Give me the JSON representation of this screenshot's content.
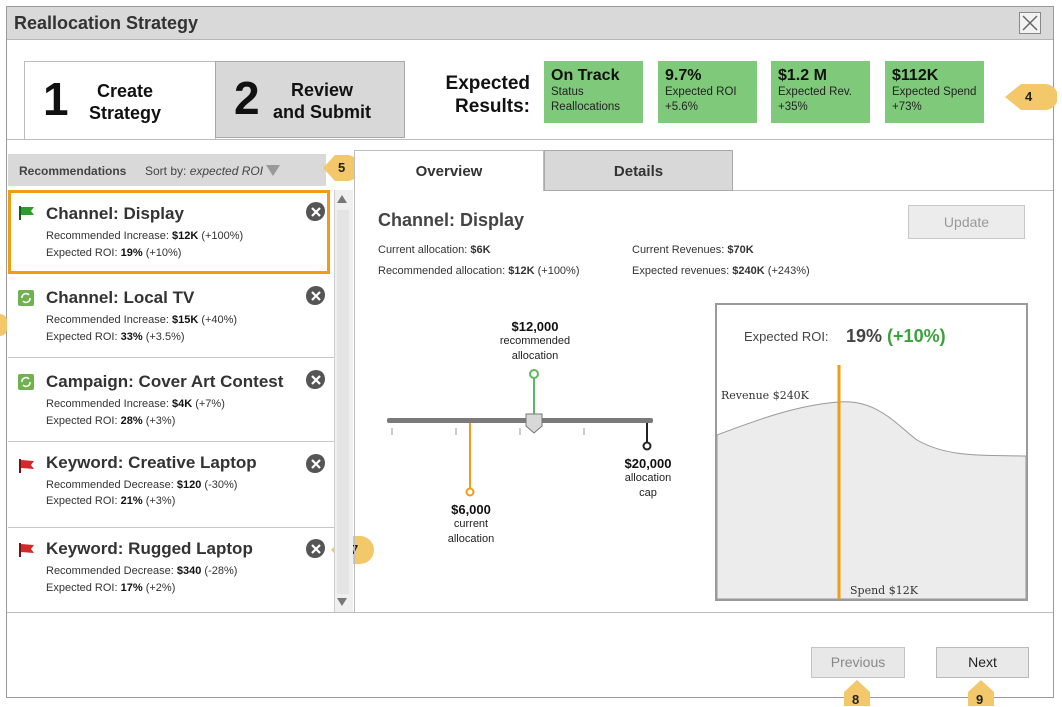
{
  "window": {
    "title": "Reallocation Strategy"
  },
  "steps": [
    {
      "number": "1",
      "label_line1": "Create",
      "label_line2": "Strategy"
    },
    {
      "number": "2",
      "label_line1": "Review",
      "label_line2": "and Submit"
    }
  ],
  "expected": {
    "label_line1": "Expected",
    "label_line2": "Results:",
    "cards": [
      {
        "value": "On Track",
        "line1": "Status",
        "line2": "Reallocations"
      },
      {
        "value": "9.7%",
        "line1": "Expected ROI",
        "line2": "+5.6%"
      },
      {
        "value": "$1.2 M",
        "line1": "Expected Rev.",
        "line2": "+35%"
      },
      {
        "value": "$112K",
        "line1": "Expected Spend",
        "line2": "+73%"
      }
    ],
    "card_color": "#7fc97a"
  },
  "callouts": [
    "4",
    "5",
    "7",
    "8",
    "9"
  ],
  "recommendations": {
    "header": "Recommendations",
    "sort_prefix": "Sort by:",
    "sort_value": "expected ROI",
    "items": [
      {
        "icon": "green-flag-icon",
        "title": "Channel: Display",
        "l1_label": "Recommended Increase:",
        "l1_value": "$12K",
        "l1_delta": "(+100%)",
        "l2_label": "Expected ROI:",
        "l2_value": "19%",
        "l2_delta": "(+10%)",
        "selected": true
      },
      {
        "icon": "recycle-icon",
        "title": "Channel: Local TV",
        "l1_label": "Recommended Increase:",
        "l1_value": "$15K",
        "l1_delta": "(+40%)",
        "l2_label": "Expected ROI:",
        "l2_value": "33%",
        "l2_delta": "(+3.5%)"
      },
      {
        "icon": "recycle-icon",
        "title": "Campaign: Cover Art Contest",
        "l1_label": "Recommended Increase:",
        "l1_value": "$4K",
        "l1_delta": "(+7%)",
        "l2_label": "Expected ROI:",
        "l2_value": "28%",
        "l2_delta": "(+3%)"
      },
      {
        "icon": "red-flag-icon",
        "title": "Keyword: Creative Laptop",
        "l1_label": "Recommended Decrease:",
        "l1_value": "$120",
        "l1_delta": "(-30%)",
        "l2_label": "Expected ROI:",
        "l2_value": "21%",
        "l2_delta": "(+3%)"
      },
      {
        "icon": "red-flag-icon",
        "title": "Keyword: Rugged Laptop",
        "l1_label": "Recommended Decrease:",
        "l1_value": "$340",
        "l1_delta": "(-28%)",
        "l2_label": "Expected ROI:",
        "l2_value": "17%",
        "l2_delta": "(+2%)"
      }
    ]
  },
  "tabs": {
    "overview": "Overview",
    "details": "Details"
  },
  "detail": {
    "title": "Channel: Display",
    "current_allocation_label": "Current allocation:",
    "current_allocation_value": "$6K",
    "recommended_allocation_label": "Recommended allocation:",
    "recommended_allocation_value": "$12K",
    "recommended_allocation_delta": "(+100%)",
    "current_revenues_label": "Current Revenues:",
    "current_revenues_value": "$70K",
    "expected_revenues_label": "Expected revenues:",
    "expected_revenues_value": "$240K",
    "expected_revenues_delta": "(+243%)",
    "update_button": "Update"
  },
  "slider": {
    "recommended_value": "$12,000",
    "recommended_l1": "recommended",
    "recommended_l2": "allocation",
    "current_value": "$6,000",
    "current_l1": "current",
    "current_l2": "allocation",
    "cap_value": "$20,000",
    "cap_l1": "allocation",
    "cap_l2": "cap"
  },
  "roi_chart": {
    "label": "Expected ROI:",
    "value": "19%",
    "delta": "(+10%)",
    "revenue_label": "Revenue $240K",
    "spend_label": "Spend $12K"
  },
  "footer": {
    "previous": "Previous",
    "next": "Next"
  },
  "colors": {
    "accent": "#f39c12",
    "success": "#3aa23a",
    "card": "#7fc97a"
  }
}
